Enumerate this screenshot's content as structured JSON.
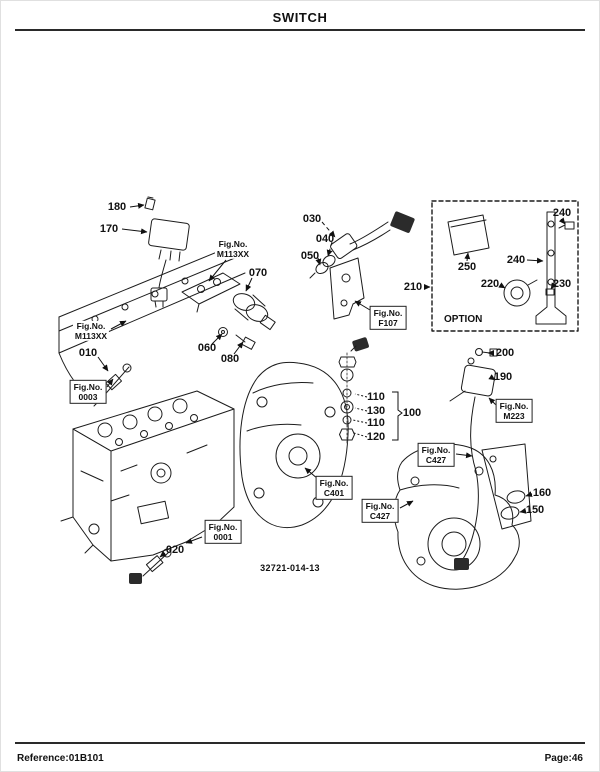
{
  "header": {
    "title": "SWITCH"
  },
  "footer": {
    "reference": "Reference:01B101",
    "page": "Page:46"
  },
  "diagram": {
    "drawing_number": "32721-014-13",
    "option_label": "OPTION",
    "callouts": {
      "n180": "180",
      "n170": "170",
      "n070": "070",
      "n060": "060",
      "n080": "080",
      "n030": "030",
      "n040": "040",
      "n050": "050",
      "n210": "210",
      "n250": "250",
      "n240a": "240",
      "n240b": "240",
      "n220": "220",
      "n230": "230",
      "n010": "010",
      "n100": "100",
      "n110a": "110",
      "n130": "130",
      "n110b": "110",
      "n120": "120",
      "n200": "200",
      "n190": "190",
      "n160": "160",
      "n150": "150",
      "n020": "020"
    },
    "fig_labels": {
      "m113xx_top": {
        "line1": "Fig.No.",
        "line2": "M113XX"
      },
      "m113xx_left": {
        "line1": "Fig.No.",
        "line2": "M113XX"
      },
      "f0003": {
        "line1": "Fig.No.",
        "line2": "0003"
      },
      "f107": {
        "line1": "Fig.No.",
        "line2": "F107"
      },
      "m223": {
        "line1": "Fig.No.",
        "line2": "M223"
      },
      "c401": {
        "line1": "Fig.No.",
        "line2": "C401"
      },
      "c427_top": {
        "line1": "Fig.No.",
        "line2": "C427"
      },
      "c427_bottom": {
        "line1": "Fig.No.",
        "line2": "C427"
      },
      "f0001": {
        "line1": "Fig.No.",
        "line2": "0001"
      }
    }
  }
}
